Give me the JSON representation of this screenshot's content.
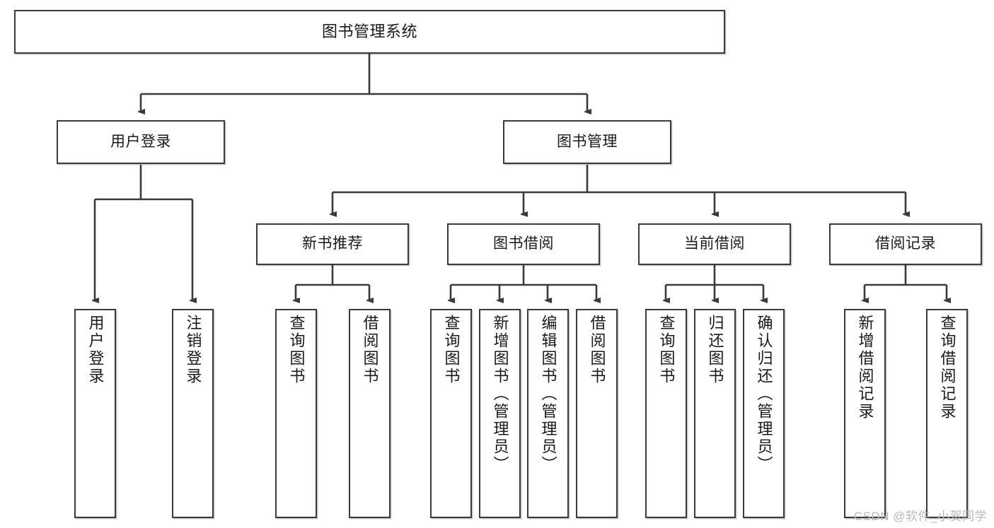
{
  "diagram": {
    "type": "tree-hierarchy-flowchart",
    "title": "图书管理系统",
    "colors": {
      "box_border": "#3a3a3a",
      "box_fill": "#ffffff",
      "edge": "#3a3a3a",
      "text": "#1a1a1a",
      "watermark": "#b9b9b9"
    },
    "levels": {
      "level1": [
        "图书管理系统"
      ],
      "level2": [
        "用户登录",
        "图书管理"
      ],
      "level3": [
        "新书推荐",
        "图书借阅",
        "当前借阅",
        "借阅记录"
      ],
      "level4": [
        "用户登录",
        "注销登录",
        "查询图书",
        "借阅图书",
        "查询图书",
        "新增图书（管理员）",
        "编辑图书（管理员）",
        "借阅图书",
        "查询图书",
        "归还图书",
        "确认归还（管理员）",
        "新增借阅记录",
        "查询借阅记录"
      ]
    },
    "nodes": {
      "root": {
        "label": "图书管理系统"
      },
      "user_login": {
        "label": "用户登录"
      },
      "book_manage": {
        "label": "图书管理"
      },
      "new_book_rec": {
        "label": "新书推荐"
      },
      "book_borrow": {
        "label": "图书借阅"
      },
      "current_borrow": {
        "label": "当前借阅"
      },
      "borrow_record": {
        "label": "借阅记录"
      },
      "leaf_user_login": {
        "label": "用户登录"
      },
      "leaf_logout": {
        "label": "注销登录"
      },
      "leaf_query_book_1": {
        "label": "查询图书"
      },
      "leaf_borrow_book_1": {
        "label": "借阅图书"
      },
      "leaf_query_book_2": {
        "label": "查询图书"
      },
      "leaf_add_book_admin": {
        "label": "新增图书（管理员）"
      },
      "leaf_edit_book_admin": {
        "label": "编辑图书（管理员）"
      },
      "leaf_borrow_book_2": {
        "label": "借阅图书"
      },
      "leaf_query_book_3": {
        "label": "查询图书"
      },
      "leaf_return_book": {
        "label": "归还图书"
      },
      "leaf_confirm_return_admin": {
        "label": "确认归还（管理员）"
      },
      "leaf_add_borrow_record": {
        "label": "新增借阅记录"
      },
      "leaf_query_borrow_record": {
        "label": "查询借阅记录"
      }
    },
    "edges": [
      {
        "from": "图书管理系统",
        "to": "用户登录"
      },
      {
        "from": "图书管理系统",
        "to": "图书管理"
      },
      {
        "from": "用户登录",
        "to": "用户登录"
      },
      {
        "from": "用户登录",
        "to": "注销登录"
      },
      {
        "from": "图书管理",
        "to": "新书推荐"
      },
      {
        "from": "图书管理",
        "to": "图书借阅"
      },
      {
        "from": "图书管理",
        "to": "当前借阅"
      },
      {
        "from": "图书管理",
        "to": "借阅记录"
      },
      {
        "from": "新书推荐",
        "to": "查询图书"
      },
      {
        "from": "新书推荐",
        "to": "借阅图书"
      },
      {
        "from": "图书借阅",
        "to": "查询图书"
      },
      {
        "from": "图书借阅",
        "to": "新增图书（管理员）"
      },
      {
        "from": "图书借阅",
        "to": "编辑图书（管理员）"
      },
      {
        "from": "图书借阅",
        "to": "借阅图书"
      },
      {
        "from": "当前借阅",
        "to": "查询图书"
      },
      {
        "from": "当前借阅",
        "to": "归还图书"
      },
      {
        "from": "当前借阅",
        "to": "确认归还（管理员）"
      },
      {
        "from": "借阅记录",
        "to": "新增借阅记录"
      },
      {
        "from": "借阅记录",
        "to": "查询借阅记录"
      }
    ]
  },
  "watermark": {
    "text": "CSDN @软件_小贺同学"
  }
}
